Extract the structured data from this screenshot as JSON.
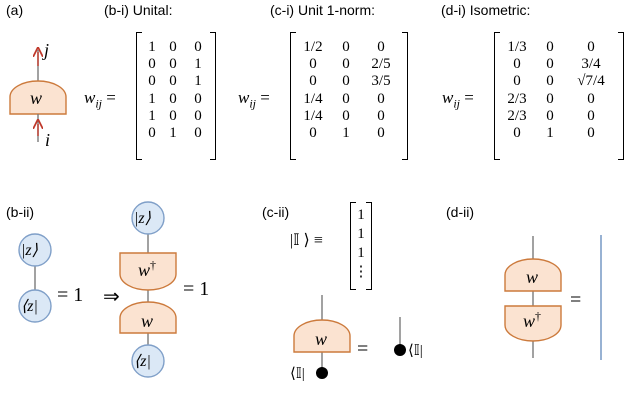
{
  "panels": {
    "a": {
      "label": "(a)",
      "gate": "w",
      "top_index": "j",
      "bottom_index": "i"
    },
    "b_i": {
      "label": "(b-i) Unital:",
      "lhs": "w_ij =",
      "matrix": [
        [
          "1",
          "0",
          "0"
        ],
        [
          "0",
          "0",
          "1"
        ],
        [
          "0",
          "0",
          "1"
        ],
        [
          "1",
          "0",
          "0"
        ],
        [
          "1",
          "0",
          "0"
        ],
        [
          "0",
          "1",
          "0"
        ]
      ]
    },
    "c_i": {
      "label": "(c-i) Unit 1-norm:",
      "lhs": "w_ij =",
      "matrix": [
        [
          "1/2",
          "0",
          "0"
        ],
        [
          "0",
          "0",
          "2/5"
        ],
        [
          "0",
          "0",
          "3/5"
        ],
        [
          "1/4",
          "0",
          "0"
        ],
        [
          "1/4",
          "0",
          "0"
        ],
        [
          "0",
          "1",
          "0"
        ]
      ]
    },
    "d_i": {
      "label": "(d-i) Isometric:",
      "lhs": "w_ij =",
      "matrix": [
        [
          "1/3",
          "0",
          "0"
        ],
        [
          "0",
          "0",
          "3/4"
        ],
        [
          "0",
          "0",
          "√7/4"
        ],
        [
          "2/3",
          "0",
          "0"
        ],
        [
          "2/3",
          "0",
          "0"
        ],
        [
          "0",
          "1",
          "0"
        ]
      ]
    },
    "b_ii": {
      "label": "(b-ii)",
      "ket": "|z⟩",
      "bra": "⟨z|",
      "eq1": "= 1",
      "implies": "⇒",
      "gate_dagger": "w†",
      "gate": "w",
      "eq2": "= 1"
    },
    "c_ii": {
      "label": "(c-ii)",
      "def_lhs": "|𝕀 ⟩ ≡",
      "vector": [
        "1",
        "1",
        "1",
        "⋮"
      ],
      "gate": "w",
      "bra_left": "⟨𝕀|",
      "equals": "=",
      "bra_right": "⟨𝕀|"
    },
    "d_ii": {
      "label": "(d-ii)",
      "gate": "w",
      "gate_dagger": "w†",
      "equals": "="
    }
  },
  "colors": {
    "gate_fill": "#fbe3d1",
    "gate_stroke": "#cc7a3c",
    "bubble_fill": "#dbe8f6",
    "bubble_stroke": "#7f9fc8",
    "wire": "#7a7a7a",
    "arrow": "#c0392b"
  }
}
